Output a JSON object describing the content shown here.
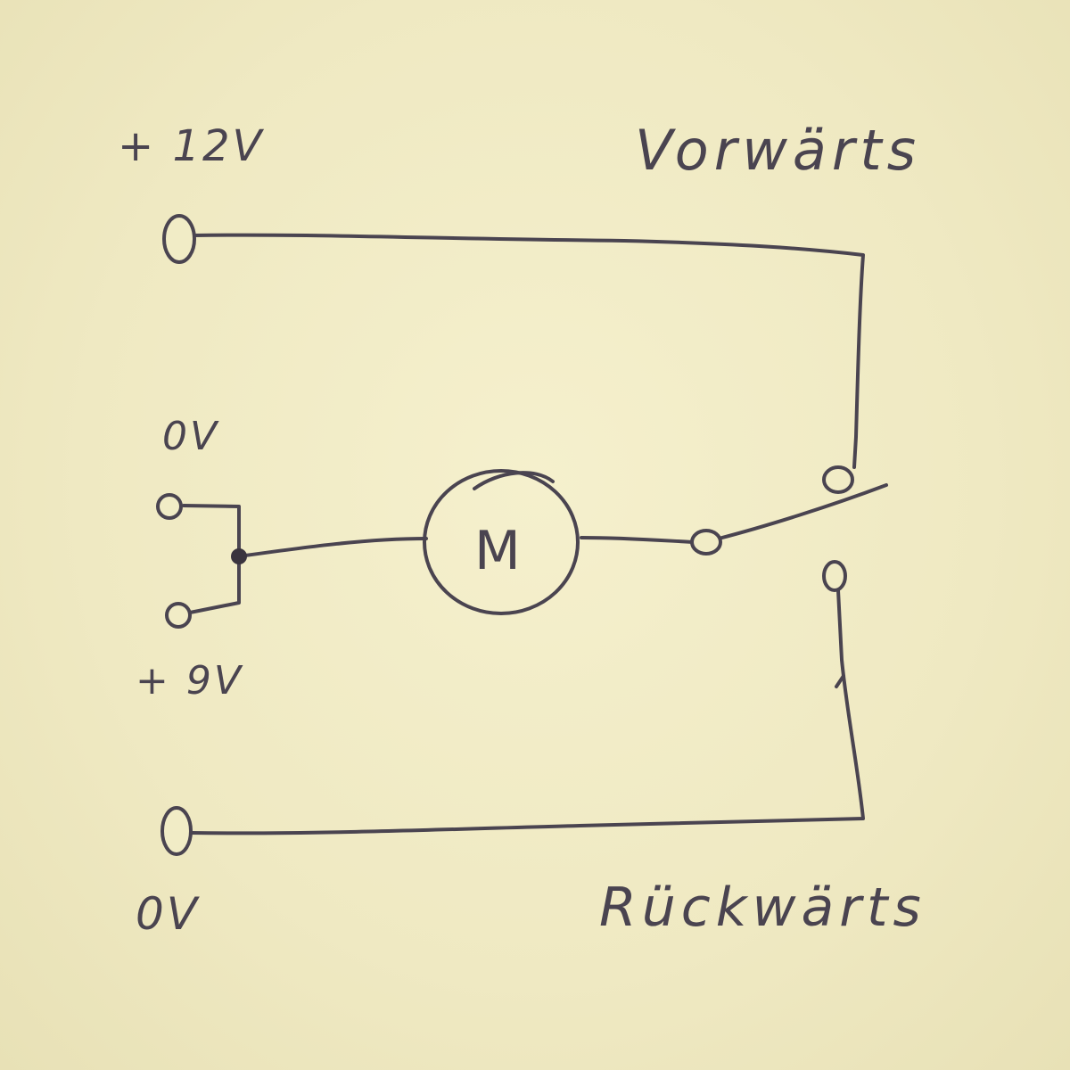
{
  "labels": {
    "supply_12v": "+ 12V",
    "forward": "Vorwärts",
    "ground_top": "0V",
    "supply_9v": "+ 9V",
    "ground_bottom": "0V",
    "backward": "Rückwärts",
    "motor": "M"
  },
  "colors": {
    "paper": "#f1ecc6",
    "pencil": "#4a4450"
  }
}
